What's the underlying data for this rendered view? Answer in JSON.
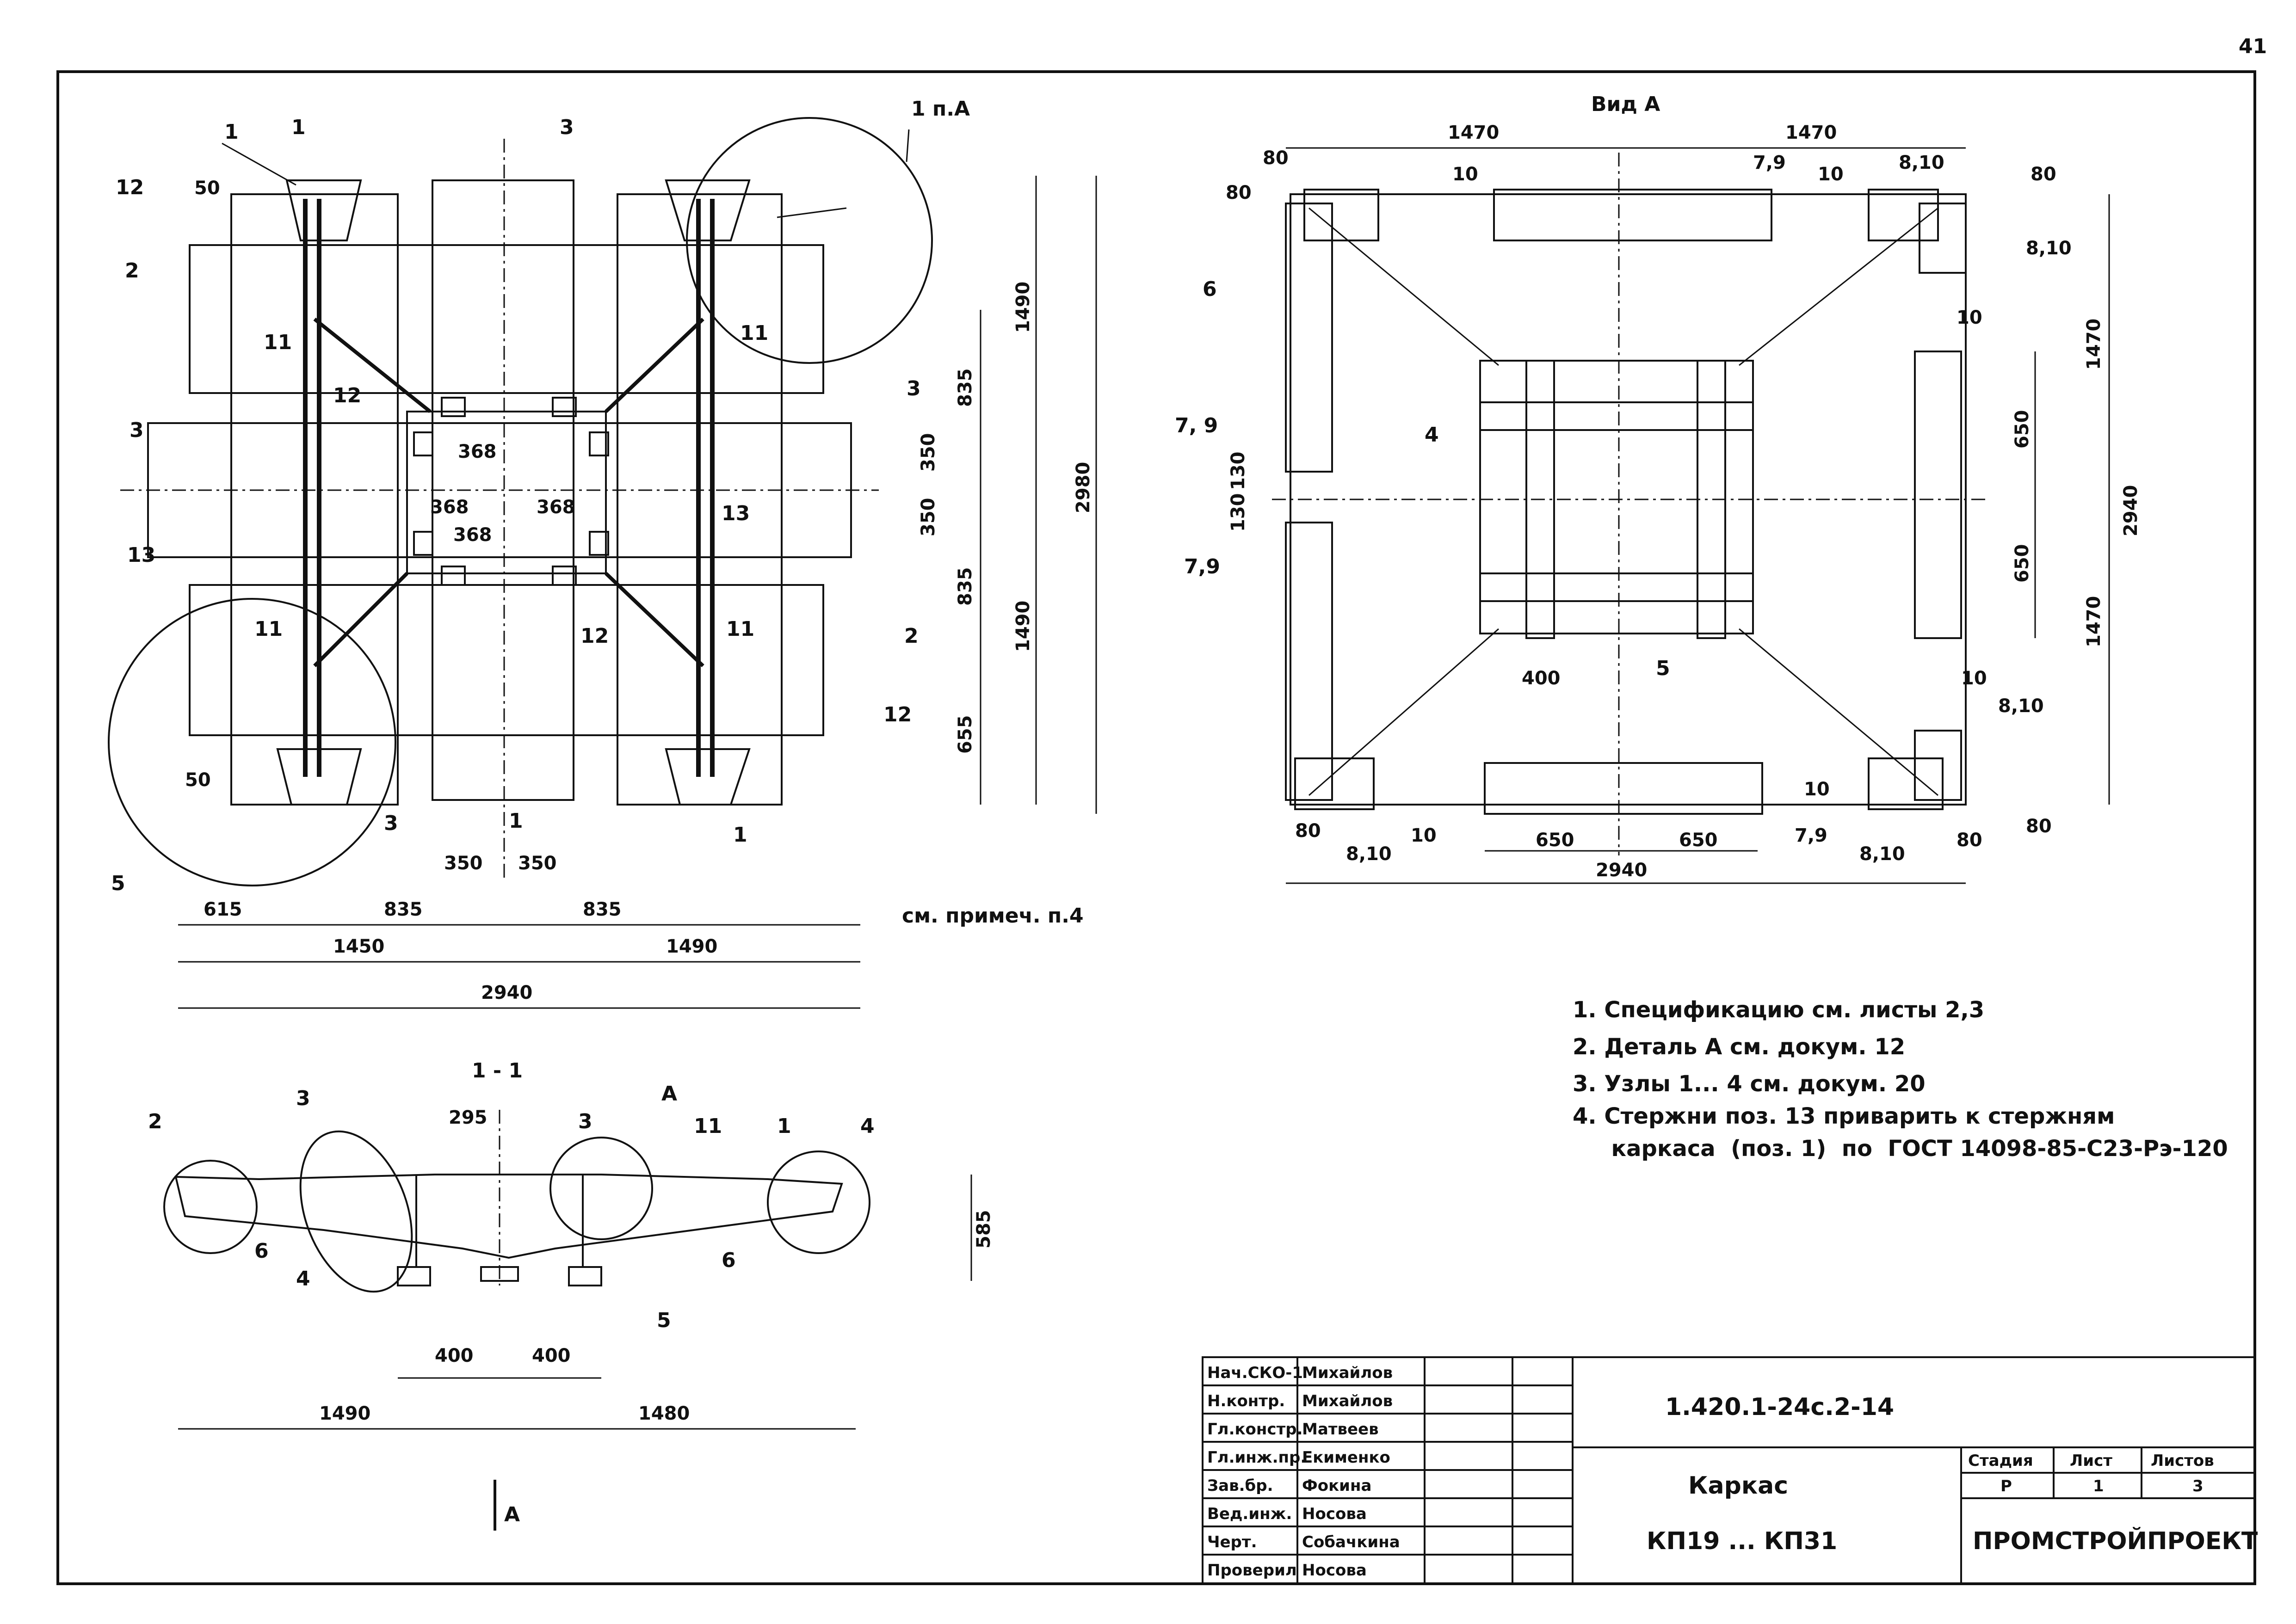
{
  "page_number": "41",
  "views": {
    "plan_labels": {
      "callout_1_section": "1",
      "section_mark_top": "1",
      "detail_ref": "1 п.А",
      "dim_50_top": "50",
      "dim_50_bottom": "50",
      "pos_1_top": "1",
      "pos_1_bottom": "1",
      "pos_2_left": "2",
      "pos_2_right": "2",
      "pos_3_top": "3",
      "pos_3_left": "3",
      "pos_3_right": "3",
      "pos_3_bottom": "3",
      "pos_5": "5",
      "pos_11_a": "11",
      "pos_11_b": "11",
      "pos_11_c": "11",
      "pos_11_d": "11",
      "pos_12_a": "12",
      "pos_12_b": "12",
      "pos_12_c": "12",
      "pos_12_d": "12",
      "pos_13_left": "13",
      "pos_13_right": "13",
      "section_mark_bottom": "1",
      "note_ref": "см. примеч. п.4"
    },
    "plan_dims": {
      "d368_a": "368",
      "d368_b": "368",
      "d368_c": "368",
      "d368_d": "368",
      "d1490_r1": "1490",
      "d835_r1": "835",
      "d350_r1": "350",
      "d350_r2": "350",
      "d835_r2": "835",
      "d655_r": "655",
      "d1490_r2": "1490",
      "d2980": "2980",
      "d350_b1": "350",
      "d350_b2": "350",
      "d615": "615",
      "d835_b1": "835",
      "d835_b2": "835",
      "d1450": "1450",
      "d1490_b": "1490",
      "d2940_b": "2940"
    },
    "view_a": {
      "title": "Вид А",
      "d80_tl": "80",
      "d1470_t1": "1470",
      "d1470_t2": "1470",
      "d80_l": "80",
      "d10_t1": "10",
      "d10_t2": "10",
      "lbl_79_top": "7,9",
      "lbl_810_top": "8,10",
      "d80_r": "80",
      "lbl_810_r1": "8,10",
      "lbl_6": "6",
      "d10_r1": "10",
      "d1470_r1": "1470",
      "d650_r1": "650",
      "lbl_79_l1": "7, 9",
      "d130_a": "130",
      "d130_b": "130",
      "lbl_4": "4",
      "d2940_r": "2940",
      "d650_r2": "650",
      "lbl_79_l2": "7,9",
      "d1470_r2": "1470",
      "d400": "400",
      "lbl_5": "5",
      "d10_r2": "10",
      "lbl_810_r2": "8,10",
      "d10_b1": "10",
      "d80_bl": "80",
      "lbl_810_bl": "8,10",
      "d10_b2": "10",
      "d650_b1": "650",
      "d650_b2": "650",
      "lbl_79_b": "7,9",
      "lbl_810_br": "8,10",
      "d80_br": "80",
      "d80_br2": "80",
      "d2940_b": "2940"
    },
    "section_1_1": {
      "title": "1 - 1",
      "lbl_2": "2",
      "lbl_3a": "3",
      "d295": "295",
      "lbl_3b": "3",
      "lbl_A": "А",
      "lbl_11": "11",
      "lbl_1": "1",
      "lbl_4a": "4",
      "lbl_6a": "6",
      "lbl_4b": "4",
      "lbl_6b": "6",
      "lbl_5": "5",
      "d585": "585",
      "d400a": "400",
      "d400b": "400",
      "d1490": "1490",
      "d1480": "1480",
      "view_arrow": "А"
    }
  },
  "notes": [
    "1.  Спецификацию  см. листы  2,3",
    "2.  Деталь  А  см.  докум.  12",
    "3.  Узлы  1... 4  см.  докум.  20",
    "4.  Стержни  поз. 13  приварить  к стержням",
    "     каркаса  (поз. 1)  по  ГОСТ 14098-85-С23-Рэ-120"
  ],
  "title_block": {
    "rows": [
      {
        "role": "Нач.СКО-1",
        "name": "Михайлов"
      },
      {
        "role": "Н.контр.",
        "name": "Михайлов"
      },
      {
        "role": "Гл.констр.",
        "name": "Матвеев"
      },
      {
        "role": "Гл.инж.пр.",
        "name": "Екименко"
      },
      {
        "role": "Зав.бр.",
        "name": "Фокина"
      },
      {
        "role": "Вед.инж.",
        "name": "Носова"
      },
      {
        "role": "Черт.",
        "name": "Собачкина"
      },
      {
        "role": "Проверил",
        "name": "Носова"
      }
    ],
    "designation": "1.420.1-24с.2-14",
    "item_name": "Каркас",
    "item_range": "КП19 ... КП31",
    "stage_header": "Стадия",
    "sheet_header": "Лист",
    "sheets_header": "Листов",
    "stage": "Р",
    "sheet": "1",
    "sheets": "3",
    "organization": "ПРОМСТРОЙПРОЕКТ"
  }
}
